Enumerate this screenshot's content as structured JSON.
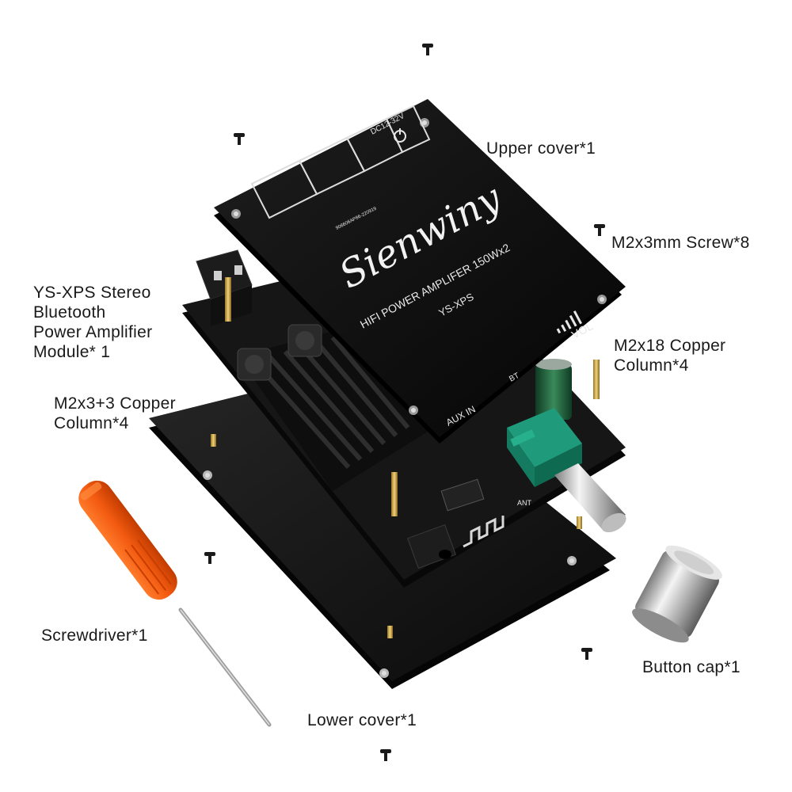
{
  "labels": {
    "upper_cover": "Upper cover*1",
    "screw": "M2x3mm Screw*8",
    "module": [
      "YS-XPS Stereo",
      "Bluetooth",
      "Power Amplifier",
      "Module* 1"
    ],
    "copper_18": [
      "M2x18 Copper",
      "Column*4"
    ],
    "copper_3": [
      "M2x3+3 Copper",
      "Column*4"
    ],
    "screwdriver": "Screwdriver*1",
    "button_cap": "Button cap*1",
    "lower_cover": "Lower cover*1"
  },
  "cover_print": {
    "brand": "Sienwiny",
    "line1": "HIFI POWER AMPLIFER 150Wx2",
    "line2": "YS-XPS",
    "vol": "VOL",
    "aux": "AUX IN",
    "bt": "BT",
    "volt": "DC12-32V",
    "serial": "906606AP86-220919"
  },
  "pcb_print": {
    "ant": "ANT"
  },
  "colors": {
    "board": "#141414",
    "screwdriver_handle": "#f25a10",
    "capacitor": "#1f5a3a",
    "potentiometer": "#1e8a6e",
    "brass": "#c9a24a"
  }
}
